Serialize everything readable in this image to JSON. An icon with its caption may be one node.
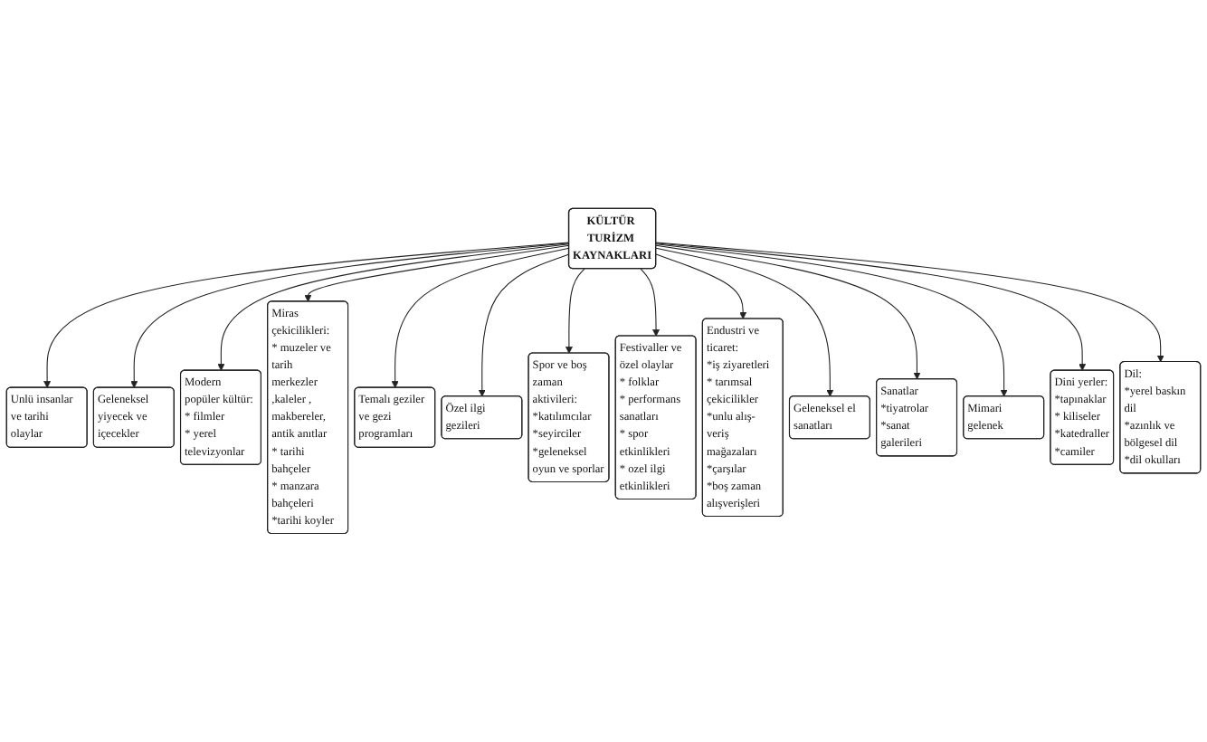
{
  "diagram": {
    "nodes": [
      {
        "text": [
          "Unlü insanlar ve tarihi olaylar"
        ]
      },
      {
        "text": [
          "Geleneksel yiyecek ve içecekler"
        ]
      },
      {
        "text": [
          "Modern popüler kültür:",
          "* filmler",
          "* yerel televizyonlar"
        ]
      },
      {
        "text": [
          "Miras çekicilikleri:",
          "* muzeler ve tarih merkezler ,kaleler , makbereler, antik anıtlar",
          "* tarihi bahçeler",
          "* manzara bahçeleri",
          "*tarihi koyler"
        ]
      },
      {
        "text": [
          "Temalı geziler ve gezi programları"
        ]
      },
      {
        "text": [
          "Özel ilgi gezileri"
        ]
      },
      {
        "text": [
          "Spor ve boş zaman aktivileri:",
          "*katılımcılar",
          "*seyirciler",
          "*geleneksel oyun ve sporlar"
        ]
      },
      {
        "text": [
          "Festivaller ve özel olaylar",
          "* folklar",
          "* performans sanatları",
          "* spor etkinlikleri",
          "* ozel ilgi etkinlikleri"
        ]
      },
      {
        "text": [
          "KÜLTÜR TURİZM KAYNAKLARI"
        ]
      },
      {
        "text": [
          "Endustri ve ticaret:",
          "*iş ziyaretleri",
          "* tarımsal çekicilikler",
          "*unlu alış-veriş mağazaları",
          "*çarşılar",
          "*boş zaman alışverişleri"
        ]
      },
      {
        "text": [
          "Geleneksel el sanatları"
        ]
      },
      {
        "text": [
          "Sanatlar",
          "*tiyatrolar",
          "*sanat galerileri"
        ]
      },
      {
        "text": [
          "Mimari gelenek"
        ]
      },
      {
        "text": [
          "Dini yerler:",
          "*tapınaklar",
          "* kiliseler",
          "*katedraller",
          "*camiler"
        ]
      },
      {
        "text": [
          "Dil:",
          "*yerel baskın dil",
          "*azınlık ve bölgesel dil",
          "*dil okulları"
        ]
      }
    ],
    "edges": [
      {
        "from": 8,
        "to": 0,
        "arrow": "to"
      },
      {
        "from": 8,
        "to": 1,
        "arrow": "to"
      },
      {
        "from": 8,
        "to": 2,
        "arrow": "to"
      },
      {
        "from": 8,
        "to": 3,
        "arrow": "to"
      },
      {
        "from": 8,
        "to": 4,
        "arrow": "to"
      },
      {
        "from": 8,
        "to": 5,
        "arrow": "to"
      },
      {
        "from": 8,
        "to": 6,
        "arrow": "to"
      },
      {
        "from": 8,
        "to": 7,
        "arrow": "to"
      },
      {
        "from": 8,
        "to": 9,
        "arrow": "to"
      },
      {
        "from": 8,
        "to": 10,
        "arrow": "to"
      },
      {
        "from": 8,
        "to": 11,
        "arrow": "to"
      },
      {
        "from": 8,
        "to": 12,
        "arrow": "to"
      },
      {
        "from": 8,
        "to": 13,
        "arrow": "to"
      },
      {
        "from": 8,
        "to": 14,
        "arrow": "to"
      }
    ]
  }
}
